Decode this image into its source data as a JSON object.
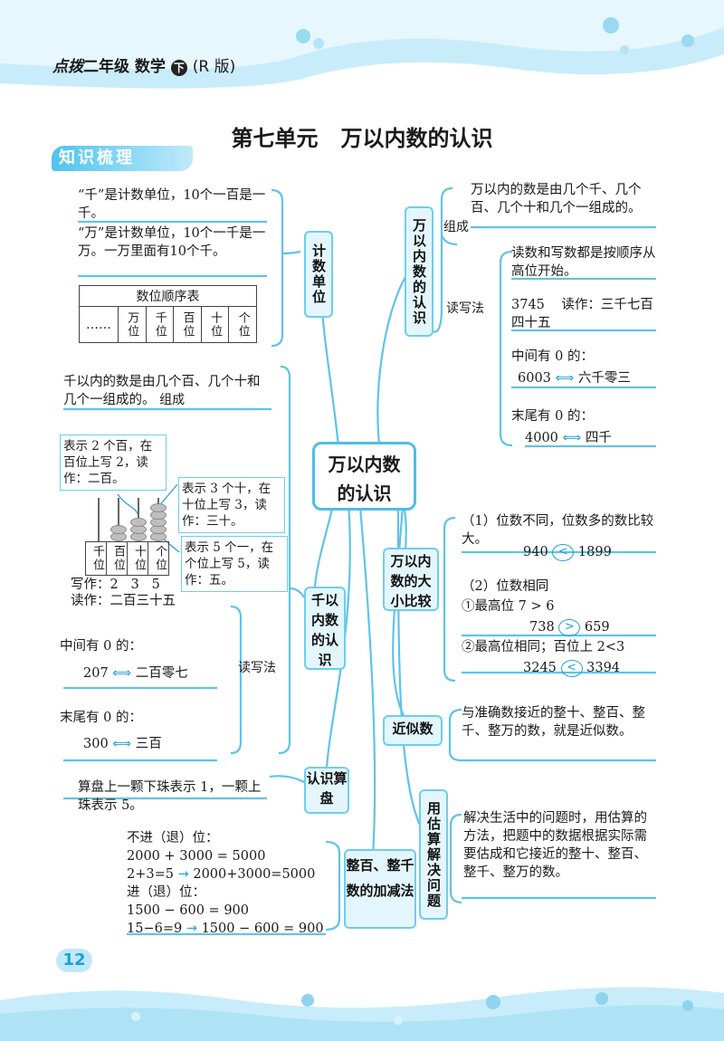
{
  "header": {
    "brand": "点拨",
    "grade": "二年级",
    "subject": "数学",
    "volume": "下",
    "edition": "(R 版)"
  },
  "title": "第七单元   万以内数的认识",
  "section_tag": "知识梳理",
  "page_number": "12",
  "center": {
    "line1": "万以内数",
    "line2": "的认识"
  },
  "left": {
    "jishu": {
      "label": "计数单位",
      "qian_text": "“千”是计数单位，10个一百是一千。",
      "wan_text": "“万”是计数单位，10个一千是一万。一万里面有10个千。",
      "table": {
        "title": "数位顺序表",
        "cells": [
          "……",
          "万位",
          "千位",
          "百位",
          "十位",
          "个位"
        ]
      }
    },
    "qiannei": {
      "label": "千以内数的认识",
      "zucheng_text": "千以内的数是由几个百、几个十和几个一组成的。",
      "zucheng_label": "组成",
      "duxie_label": "读写法",
      "note_hundreds": "表示 2 个百，在百位上写 2，读作：二百。",
      "note_tens": "表示 3 个十，在十位上写 3，读作：三十。",
      "note_ones": "表示 5 个一，在个位上写 5，读作：五。",
      "abacus_labels": [
        "千位",
        "百位",
        "十位",
        "个位"
      ],
      "write_as": "写作：2   3   5",
      "read_as": "读作：二百三十五",
      "middle_zero_title": "中间有 0 的：",
      "middle_zero_num": "207",
      "middle_zero_read": "二百零七",
      "end_zero_title": "末尾有 0 的：",
      "end_zero_num": "300",
      "end_zero_read": "三百"
    },
    "suanpan": {
      "label": "认识算盘",
      "text": "算盘上一颗下珠表示 1，一颗上珠表示 5。"
    },
    "jiajian": {
      "label": "整百、整千数的加减法",
      "lines": [
        "不进（退）位：",
        "2000 + 3000 = 5000",
        "2+3=5",
        "2000+3000=5000",
        "进（退）位：",
        "1500 − 600 = 900",
        "15−6=9",
        "1500 − 600 = 900"
      ]
    }
  },
  "right": {
    "wannei": {
      "label": "万以内数的认识",
      "zucheng_label": "组成",
      "zucheng_text": "万以内的数是由几个千、几个百、几个十和几个一组成的。",
      "duxie_label": "读写法",
      "duxie_text": "读数和写数都是按顺序从高位开始。",
      "example_num": "3745",
      "example_read": "读作：三千七百四十五",
      "middle_zero_title": "中间有 0 的：",
      "middle_zero_num": "6003",
      "middle_zero_read": "六千零三",
      "end_zero_title": "末尾有 0 的：",
      "end_zero_num": "4000",
      "end_zero_read": "四千"
    },
    "bijiao": {
      "label": "万以内数的大小比较",
      "rule1": "（1）位数不同，位数多的数比较大。",
      "ex1": [
        "940",
        "<",
        "1899"
      ],
      "rule2": "（2）位数相同",
      "rule2a": "①最高位 7 > 6",
      "ex2": [
        "738",
        ">",
        "659"
      ],
      "rule2b": "②最高位相同；百位上 2<3",
      "ex3": [
        "3245",
        "<",
        "3394"
      ]
    },
    "jinsi": {
      "label": "近似数",
      "text": "与准确数接近的整十、整百、整千、整万的数，就是近似数。"
    },
    "guji": {
      "label": "用估算解决问题",
      "text": "解决生活中的问题时，用估算的方法，把题中的数据根据实际需要估成和它接近的整十、整百、整千、整万的数。"
    }
  },
  "colors": {
    "accent": "#1e9fd8",
    "box_fill": "#e4f6fd",
    "box_border": "#6ecdee",
    "header_band": "#aee3f6"
  }
}
